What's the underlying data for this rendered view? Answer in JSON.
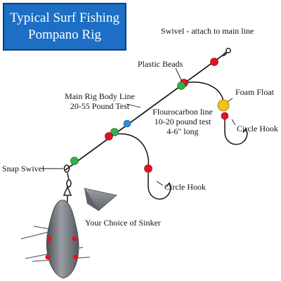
{
  "title": {
    "line1": "Typical Surf Fishing",
    "line2": "Pompano Rig"
  },
  "labels": {
    "swivel": "Swivel - attach to main line",
    "plastic_beads": "Plastic Beads",
    "main_line_1": "Main Rig Body Line",
    "main_line_2": "20-55 Pound Test",
    "foam_float": "Foam Float",
    "fluoro_1": "Flourocarbon line",
    "fluoro_2": "10-20 pound test",
    "fluoro_3": "4-6\" long",
    "circle_hook_upper": "Circle Hook",
    "snap_swivel": "Snap Swivel",
    "circle_hook_lower": "Circle Hook",
    "sinker": "Your Choice of Sinker"
  },
  "colors": {
    "title_bg": "#1c6fc4",
    "bead_red": "#e0141e",
    "bead_green": "#2fb24a",
    "bead_blue": "#2d8fe0",
    "float_yellow": "#f2c21a",
    "line": "#111111",
    "lead": "#7d8088"
  }
}
